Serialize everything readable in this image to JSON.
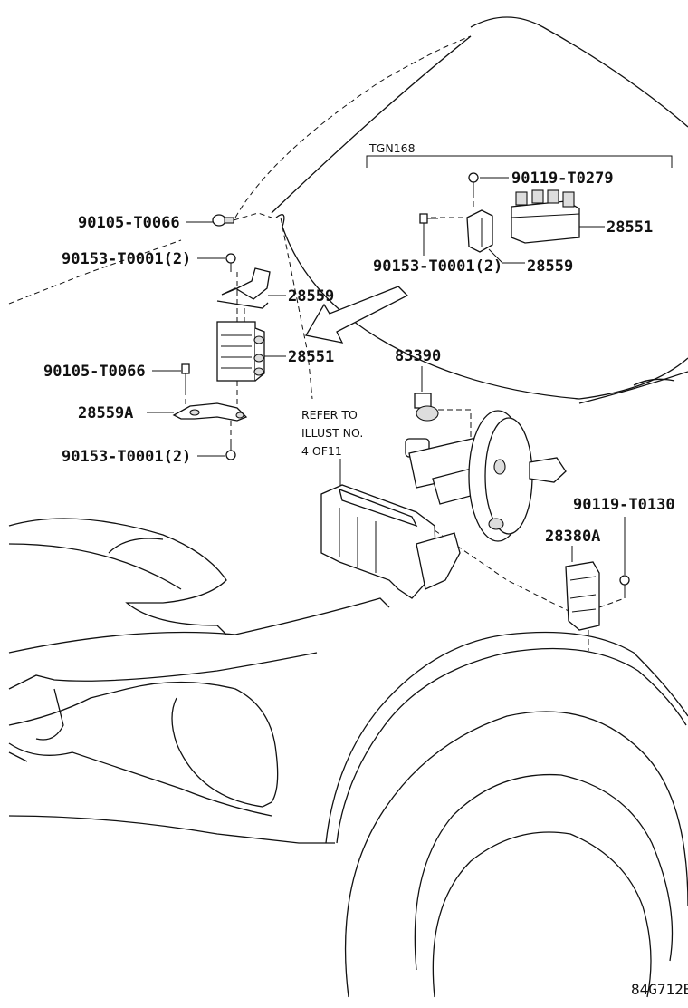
{
  "diagram_code": "84G712B",
  "variant_label": "TGN168",
  "note_lines": [
    "REFER TO",
    "ILLUST NO.",
    "4 OF11"
  ],
  "labels": {
    "bolt_90105_top": "90105-T0066",
    "screw_90153_top": "90153-T0001(2)",
    "bracket_28559_left": "28559",
    "relay_28551_left": "28551",
    "bolt_90105_mid": "90105-T0066",
    "bracket_28559A": "28559A",
    "screw_90153_bottom": "90153-T0001(2)",
    "bolt_90119_inset": "90119-T0279",
    "relay_28551_inset": "28551",
    "screw_90153_inset": "90153-T0001(2)",
    "bracket_28559_inset": "28559",
    "sensor_83390": "83390",
    "bolt_90119_right": "90119-T0130",
    "relay_28380A": "28380A"
  }
}
